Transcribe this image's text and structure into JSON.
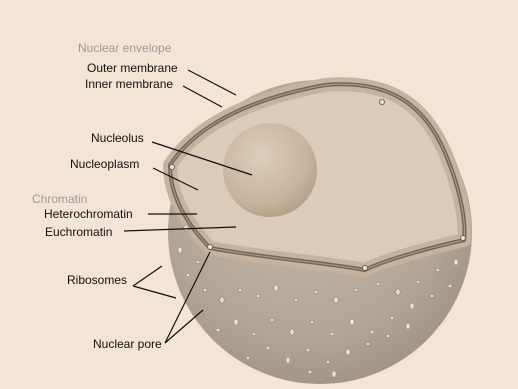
{
  "labels": {
    "nuclear_envelope": "Nuclear envelope",
    "outer_membrane": "Outer membrane",
    "inner_membrane": "Inner membrane",
    "nucleolus": "Nucleolus",
    "nucleoplasm": "Nucleoplasm",
    "chromatin": "Chromatin",
    "heterochromatin": "Heterochromatin",
    "euchromatin": "Euchromatin",
    "ribosomes": "Ribosomes",
    "nuclear_pore": "Nuclear pore"
  },
  "colors": {
    "background": "#f3e4d6",
    "cell": "#b3a595",
    "nucleus_fill": "#dccbb8",
    "heterochromatin": "#c9b59f",
    "envelope": "#6d645b",
    "nucleolus": "#c9b49e",
    "ribosome": "#e8e0d6",
    "leader": "#111111",
    "group_label": "#9a9a9a"
  }
}
